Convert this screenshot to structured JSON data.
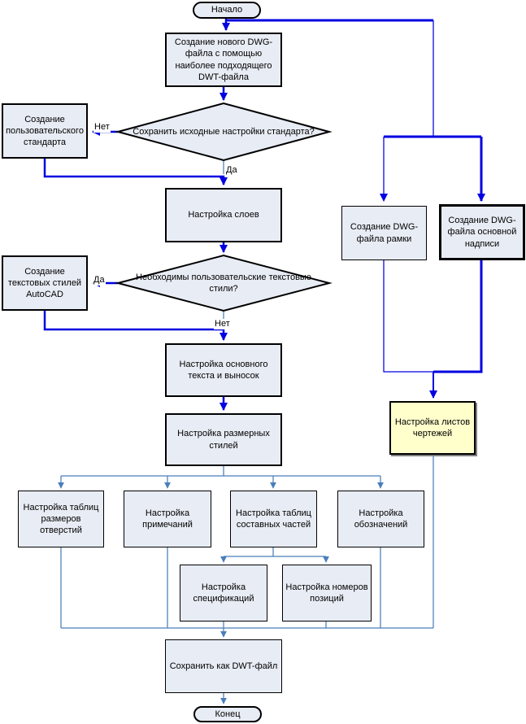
{
  "diagram": {
    "type": "flowchart",
    "language": "ru",
    "colors": {
      "flow_arrow_blue": "#0000e0",
      "tree_connector_blue": "#4a7ebb",
      "node_fill": "#e8ecf4",
      "highlight_node_fill": "#ffffcc",
      "node_border": "#000000"
    },
    "nodes": {
      "start": "Начало",
      "create_dwg": "Создание нового DWG-файла с помощью наиболее подходящего DWT-файла",
      "create_standard": "Создание пользовательского стандарта",
      "decision_standard": "Сохранить исходные настройки стандарта?",
      "layers": "Настройка слоев",
      "create_text_styles": "Создание текстовых стилей AutoCAD",
      "decision_text_styles": "Необходимы пользовательские текстовые стили?",
      "main_text": "Настройка основного текста и выносок",
      "dim_styles": "Настройка размерных стилей",
      "hole_tables": "Настройка таблиц размеров отверстий",
      "notes": "Настройка примечаний",
      "parts_tables": "Настройка таблиц составных частей",
      "symbols": "Настройка обозначений",
      "specs": "Настройка спецификаций",
      "item_numbers": "Настройка номеров позиций",
      "frame_dwg": "Создание DWG-файла рамки",
      "title_block_dwg": "Создание DWG-файла основной надписи",
      "sheets": "Настройка листов чертежей",
      "save_dwt": "Сохранить как DWT-файл",
      "end": "Конец"
    },
    "edge_labels": {
      "standard_no": "Нет",
      "standard_yes": "Да",
      "text_styles_yes": "Да",
      "text_styles_no": "Нет"
    }
  }
}
